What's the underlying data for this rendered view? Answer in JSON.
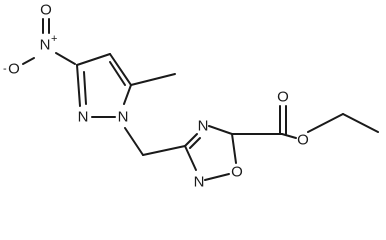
{
  "molecule": {
    "atoms": {
      "nitro_O_minus": "O",
      "nitro_O_minus_charge": "-",
      "nitro_N": "N",
      "nitro_N_charge": "+",
      "nitro_O_double": "O",
      "pyrazole_N2": "N",
      "pyrazole_N1": "N",
      "oxadiazole_N4": "N",
      "oxadiazole_N2": "N",
      "oxadiazole_O1": "O",
      "carbonyl_O": "O",
      "ester_O": "O"
    }
  }
}
